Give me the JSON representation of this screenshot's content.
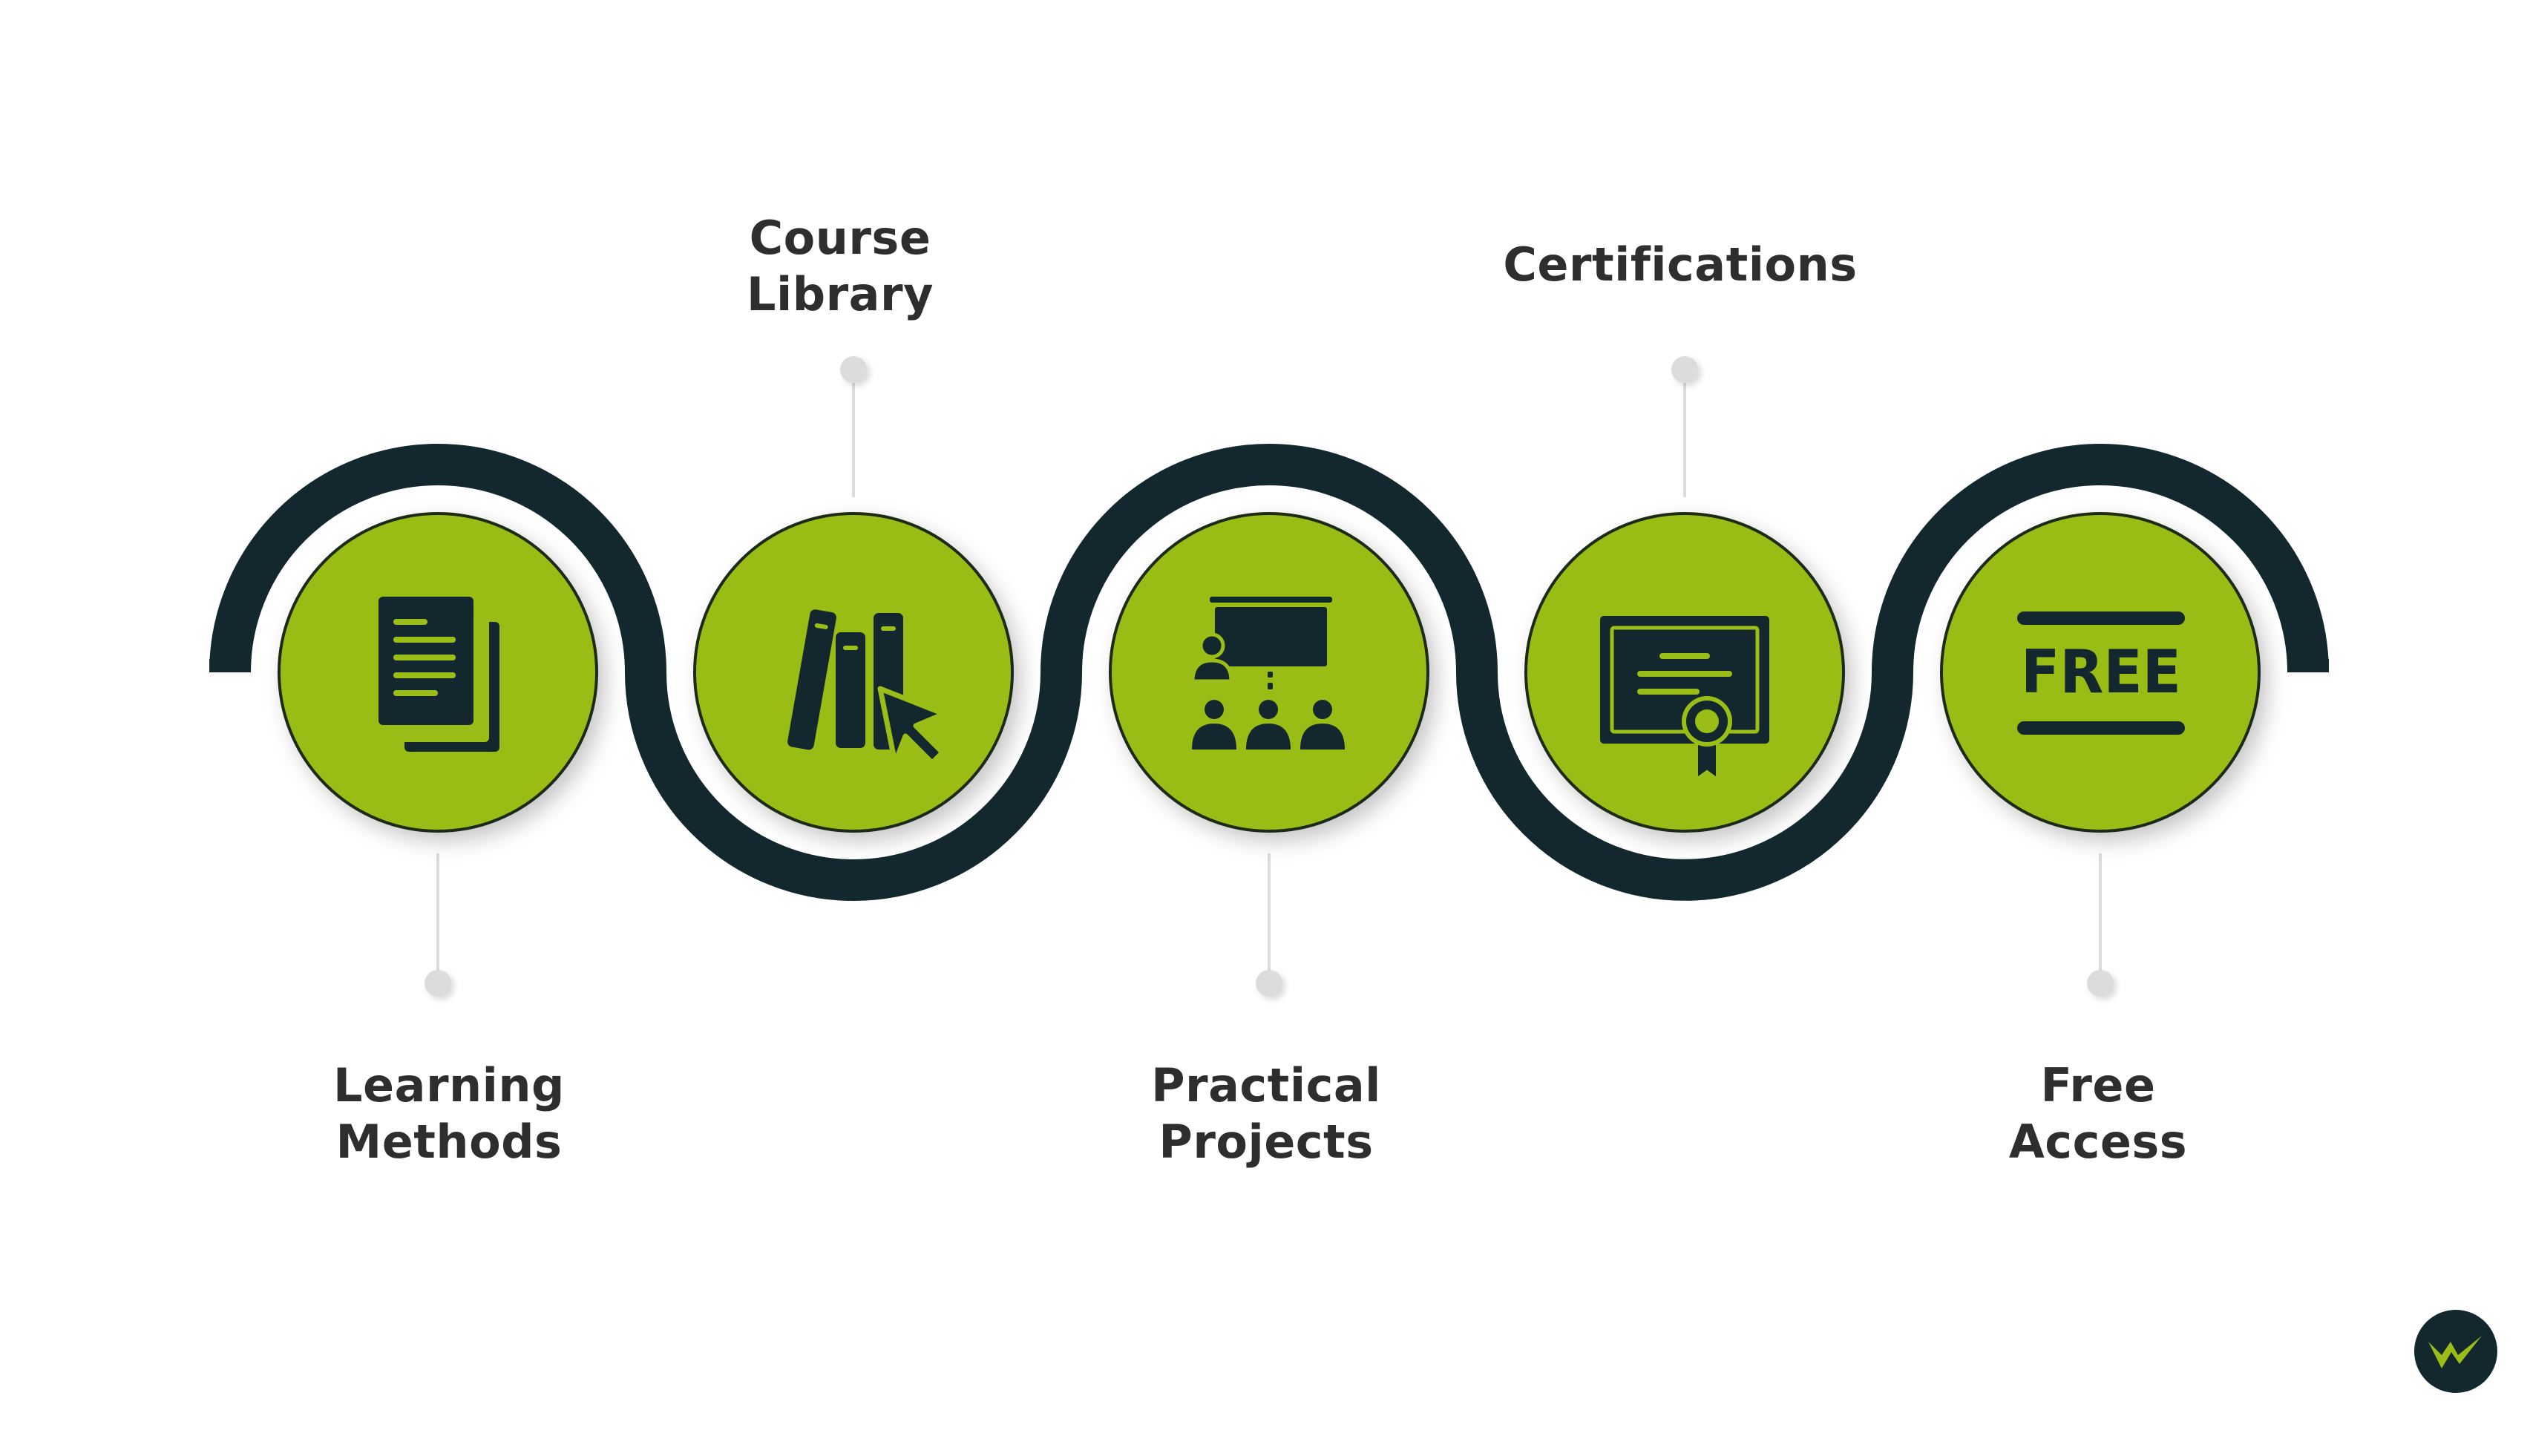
{
  "colors": {
    "dark": "#13282e",
    "green": "#9abd17",
    "text": "#2e2e2e",
    "connector": "#dcdcdc"
  },
  "steps": [
    {
      "line1": "Learning",
      "line2": "Methods",
      "icon": "documents-icon"
    },
    {
      "line1": "Course",
      "line2": "Library",
      "icon": "books-cursor-icon"
    },
    {
      "line1": "Practical",
      "line2": "Projects",
      "icon": "presentation-icon"
    },
    {
      "line1": "Certifications",
      "line2": "",
      "icon": "certificate-icon"
    },
    {
      "line1": "Free",
      "line2": "Access",
      "icon": "free-tag-icon"
    }
  ],
  "free_icon_text": "FREE",
  "logo": {
    "icon": "brand-logo-icon"
  }
}
